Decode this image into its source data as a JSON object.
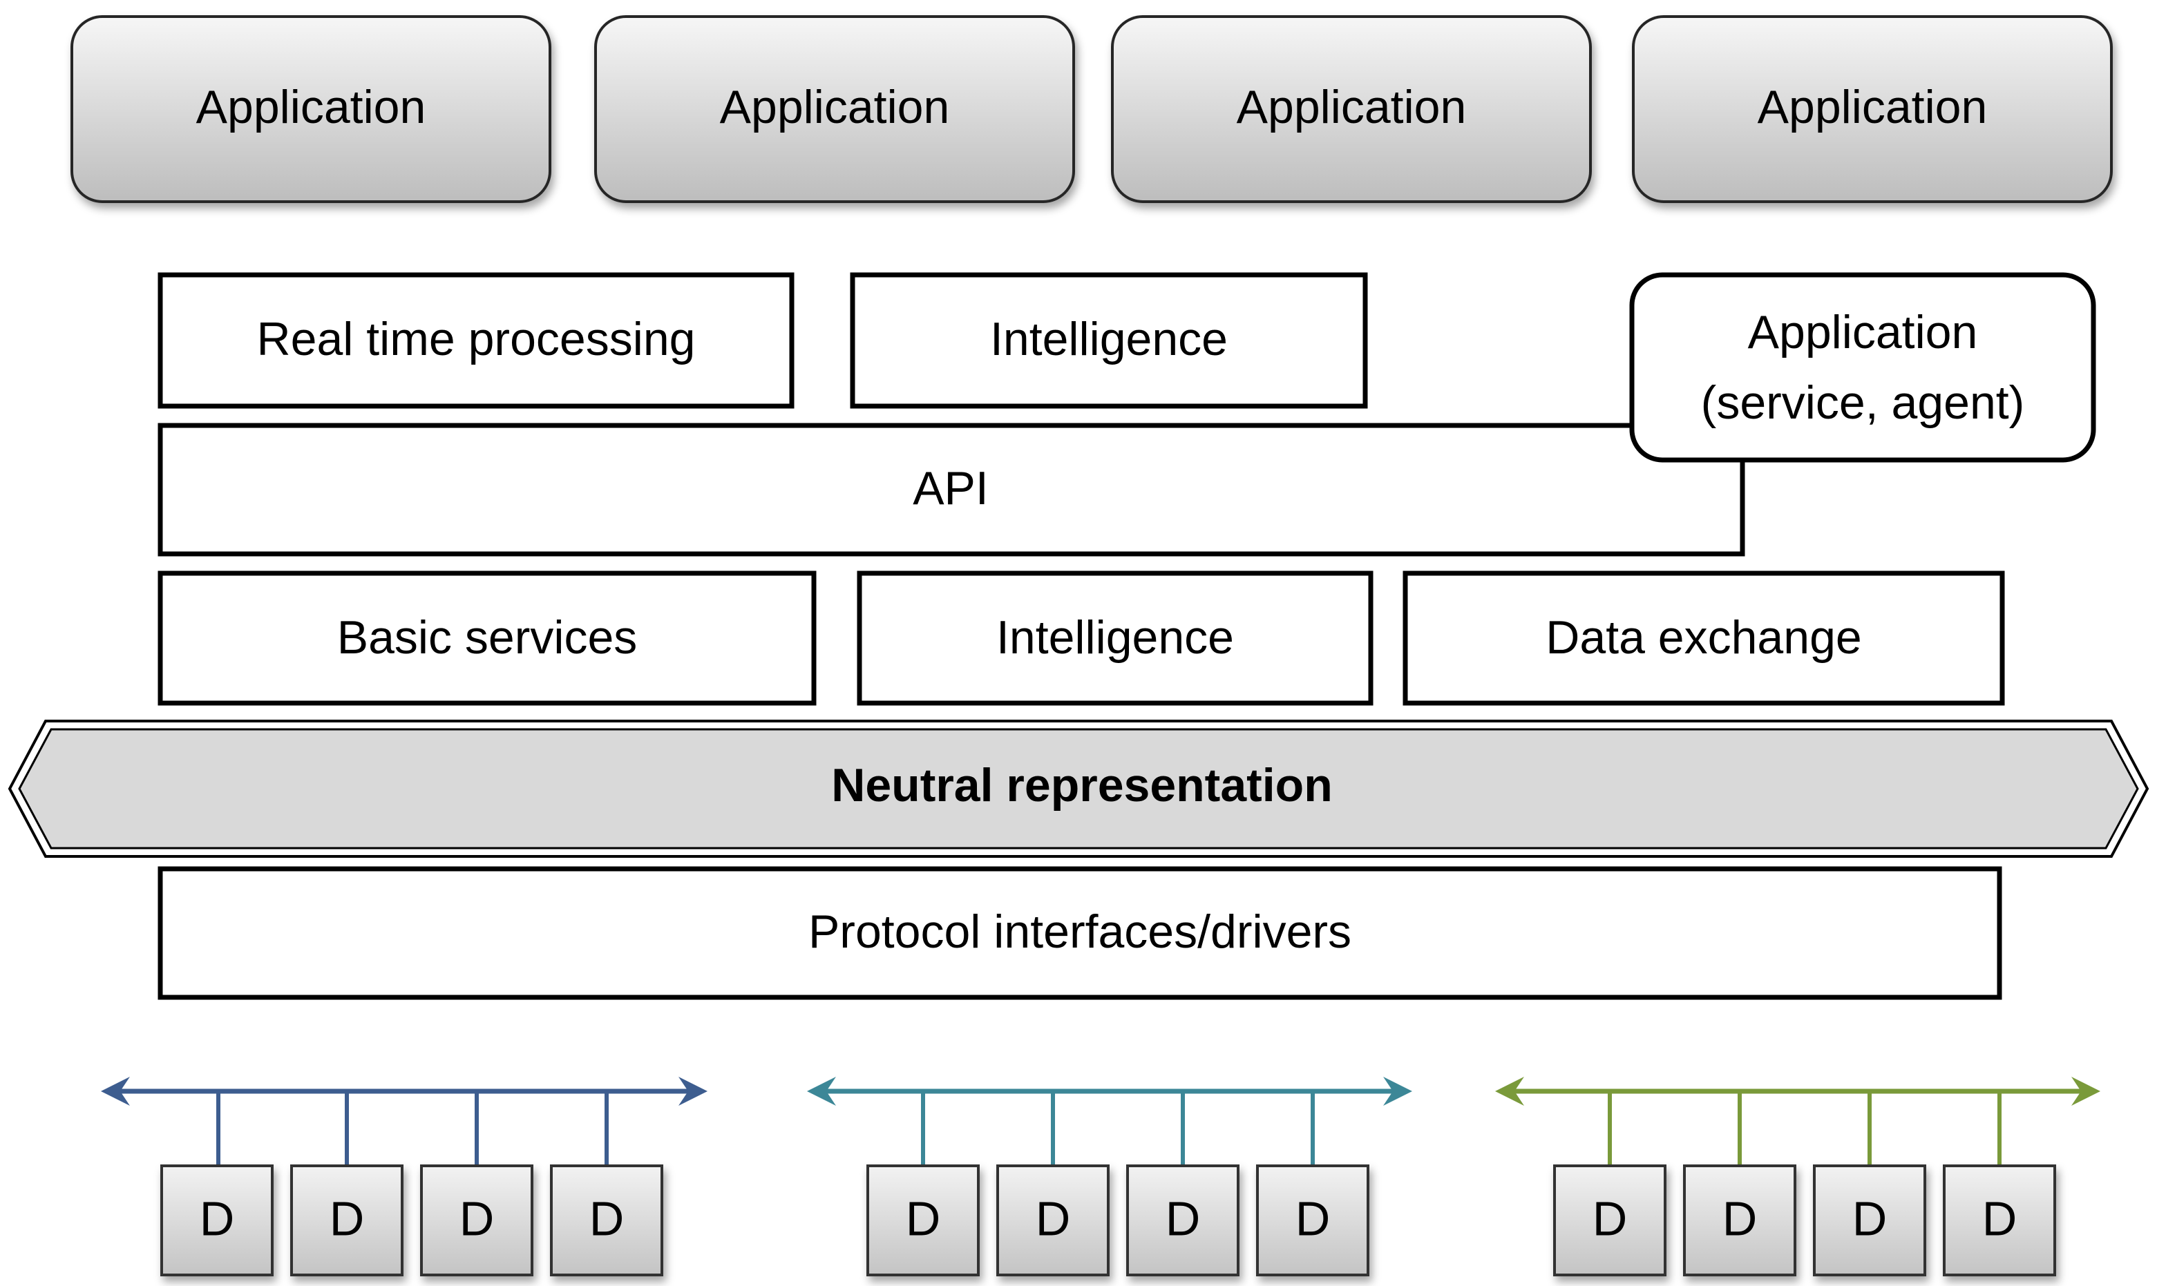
{
  "applications": [
    "Application",
    "Application",
    "Application",
    "Application"
  ],
  "middle_row": {
    "realtime": "Real time processing",
    "intelligence": "Intelligence",
    "app_agent_line1": "Application",
    "app_agent_line2": "(service, agent)"
  },
  "api": "API",
  "services_row": {
    "basic": "Basic services",
    "intelligence": "Intelligence",
    "data_exchange": "Data exchange"
  },
  "neutral": "Neutral representation",
  "protocol": "Protocol interfaces/drivers",
  "device_label": "D",
  "colors": {
    "bus1": "#3d5d8f",
    "bus2": "#3c8797",
    "bus3": "#7a9a3a",
    "app_gradient_top": "#f4f4f4",
    "app_gradient_bottom": "#c0c0c0",
    "neutral_fill": "#d9d9d9"
  }
}
